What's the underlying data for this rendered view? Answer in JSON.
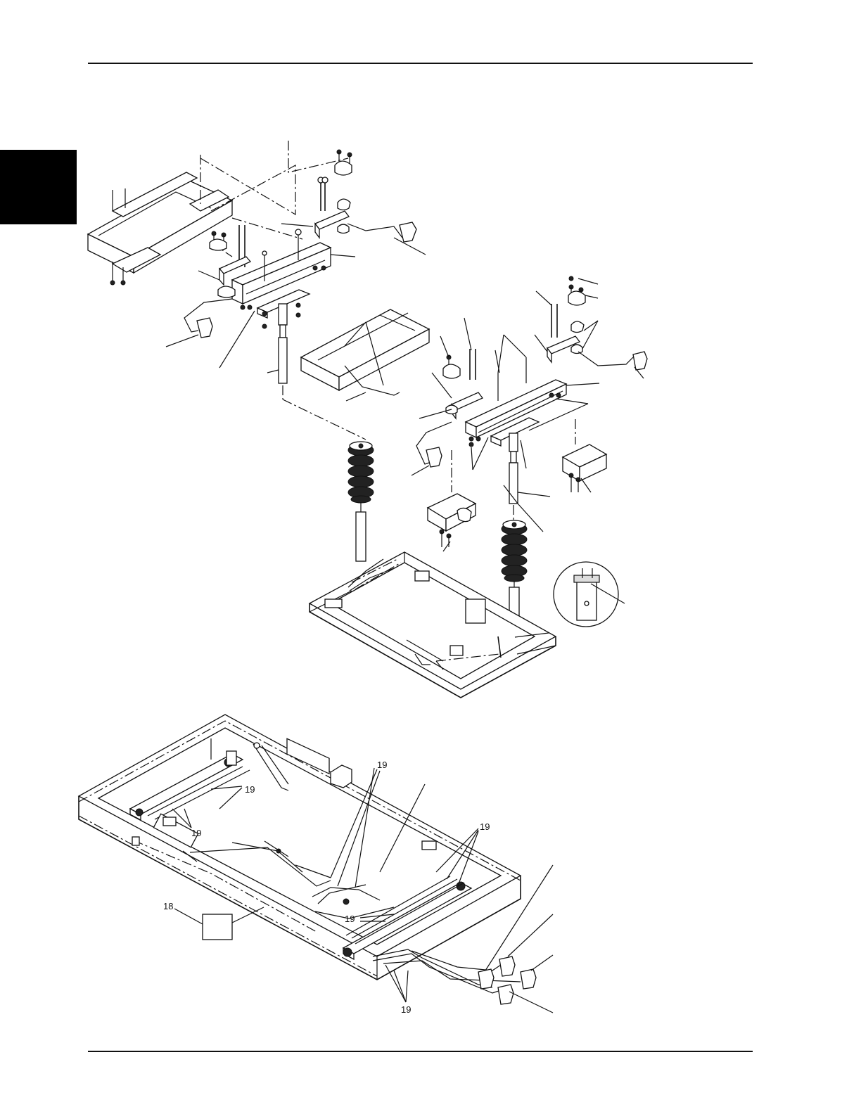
{
  "callouts": {
    "top_group_right": "19",
    "left_group_a": "19",
    "left_group_b": "19",
    "right_group_top": "19",
    "center_group": "19",
    "bottom_group": "19",
    "label_item": "18"
  }
}
